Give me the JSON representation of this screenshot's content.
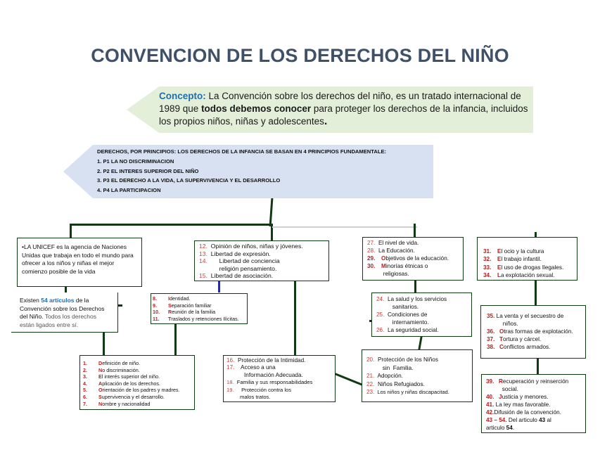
{
  "title": "CONVENCION DE LOS DERECHOS DEL NIÑO",
  "concept": {
    "label": "Concepto:",
    "text_a": " La Convención sobre los derechos del niño, es un tratado internacional de 1989 que ",
    "bold": "todos debemos conocer",
    "text_b": " para proteger los derechos de la infancia, incluidos los propios niños, niñas y adolescentes",
    "end": "."
  },
  "principles": {
    "heading": "DERECHOS, POR PRINCIPIOS: LOS DERECHOS DE LA INFANCIA SE BASAN EN 4 PRINCIPIOS FUNDAMENTALE:",
    "items": [
      "1.   P1 LA NO DISCRIMINACION",
      "2.   P2  EL INTERES SUPERIOR DEL NIÑO",
      "3.   P3  EL DERECHO A LA VIDA, LA SUPERVIVENCIA Y EL DESARROLLO",
      "4.   P4  LA PARTICIPACION"
    ]
  },
  "unicef": "•LA UNICEF es la agencia de Naciones Unidas que trabaja en todo el mundo para ofrecer a los niños y niñas el mejor comienzo posible de la vida",
  "articles": {
    "pre": "Existen ",
    "highlight": "54 artículos",
    "post": " de la Convención sobre los Derechos del Niño. ",
    "tail": "Todos los derechos están ligados entre sí."
  },
  "group_8_11": [
    {
      "n": "8.",
      "cap": "I",
      "rest": "dentidad."
    },
    {
      "n": "9.",
      "cap": "S",
      "rest": "eparación familiar"
    },
    {
      "n": "10.",
      "cap": "R",
      "rest": "eunión de la familia"
    },
    {
      "n": "11.",
      "cap": "T",
      "rest": "raslados y retenciones Ilícitas."
    }
  ],
  "group_1_7": [
    {
      "n": "1.",
      "cap": "D",
      "rest": "efinición de niño."
    },
    {
      "n": "2.",
      "cap": "N",
      "rest": "o discriminación."
    },
    {
      "n": "3.",
      "cap": "E",
      "rest": "l interés superior del niño."
    },
    {
      "n": "4.",
      "cap": "A",
      "rest": "plicación de los derechos."
    },
    {
      "n": "5.",
      "cap": "O",
      "rest": "rientación de los padres y madres."
    },
    {
      "n": "6.",
      "cap": "S",
      "rest": "upervivencia y el desarrollo."
    },
    {
      "n": "7.",
      "cap": "N",
      "rest": "ombre y nacionalidad"
    }
  ],
  "group_12_15": [
    {
      "n": "12.",
      "t": "  Opinión de niños, niñas y jóvenes."
    },
    {
      "n": "13.",
      "t": "  Libertad de expresión."
    },
    {
      "n": "14.",
      "t": "       Libertad de conciencia"
    },
    {
      "n": "",
      "t": "            religión pensamiento."
    },
    {
      "n": "15.",
      "t": "  Libertad de asociación."
    }
  ],
  "group_16_19": [
    {
      "n": "16.",
      "t": "  Protección de la Intimidad."
    },
    {
      "n": "17.",
      "t": "    Acceso a una"
    },
    {
      "n": "",
      "t": "           Información Adecuada."
    },
    {
      "n": "18.",
      "t": "  Familia y sus responsabilidades"
    },
    {
      "n": "19.",
      "t": "     Protección contra los"
    },
    {
      "n": "",
      "t": "         malos tratos."
    }
  ],
  "group_27_30": [
    {
      "n": "27.",
      "cap": "",
      "rest": "  El nivel de vida."
    },
    {
      "n": "28.",
      "cap": "",
      "rest": "  La Educación."
    },
    {
      "n": "29.",
      "cap": "O",
      "rest": "bjetivos de la educación."
    },
    {
      "n": "30.",
      "cap": "M",
      "rest": "inorías étnicas o"
    },
    {
      "n": "",
      "cap": "",
      "rest": "          religiosas."
    }
  ],
  "group_24_26": [
    {
      "n": "24.",
      "t": "  La salud y los servicios"
    },
    {
      "n": "",
      "t": "          sanitarios."
    },
    {
      "n": "25.",
      "t": "  Condiciones de"
    },
    {
      "n": "",
      "t": "          internamiento."
    },
    {
      "n": "26.",
      "t": "  La seguridad social."
    }
  ],
  "group_20_23": [
    {
      "n": "20.",
      "t": "  Protección de los Niños"
    },
    {
      "n": "",
      "t": "          sin  Familia."
    },
    {
      "n": "21.",
      "t": "  Adopción."
    },
    {
      "n": "22.",
      "t": "  Niños Refugiados."
    },
    {
      "n": "23.",
      "t": "  Los niños y niñas discapacitad."
    }
  ],
  "group_31_34": [
    {
      "n": "31.",
      "cap": "E",
      "rest": "l ocio y la cultura"
    },
    {
      "n": "32.",
      "cap": "E",
      "rest": "l trabajo infantil."
    },
    {
      "n": "33.",
      "cap": "E",
      "rest": "l uso de drogas Ilegales."
    },
    {
      "n": "34.",
      "cap": "L",
      "rest": "a explotación sexual."
    }
  ],
  "group_35_38": [
    {
      "n": "35.",
      "cap": "",
      "rest": " La venta y el secuestro de"
    },
    {
      "n": "",
      "cap": "",
      "rest": "          niños."
    },
    {
      "n": "36.",
      "cap": "O",
      "rest": "tras formas de explotación."
    },
    {
      "n": "37.",
      "cap": "T",
      "rest": "ortura y cárcel."
    },
    {
      "n": "38.",
      "cap": "C",
      "rest": "onflictos armados."
    }
  ],
  "group_39_54": [
    {
      "n": "39.",
      "cap": "R",
      "rest": "ecuperación y reinserción"
    },
    {
      "n": "",
      "cap": "",
      "rest": "          social."
    },
    {
      "n": "40.",
      "cap": "J",
      "rest": "usticia y menores."
    },
    {
      "n": "41.",
      "cap": "",
      "rest": " La ley mas favorable."
    },
    {
      "n": "42.",
      "cap": "",
      "rest": "Difusión de la convención."
    }
  ],
  "group_39_54_last": {
    "n": "43 – 54.",
    "a": " Del articulo ",
    "b": "43",
    "c": " al",
    "d": "articulo ",
    "e": "54",
    "f": "."
  }
}
